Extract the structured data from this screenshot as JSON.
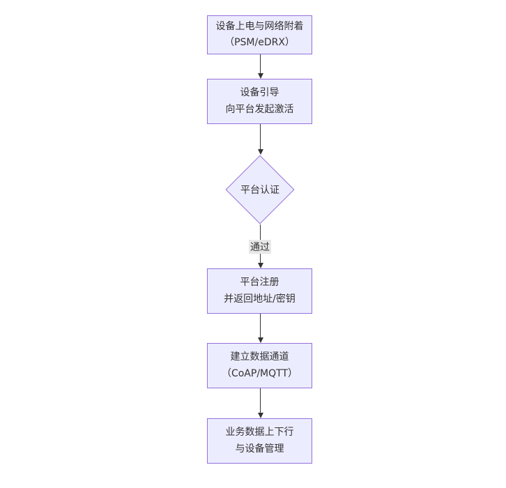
{
  "diagram": {
    "type": "flowchart",
    "direction": "top-down",
    "colors": {
      "background": "#ffffff",
      "node_fill": "#ECECFF",
      "node_border": "#9370DB",
      "text": "#333333",
      "arrow": "#333333",
      "edge_label_bg": "#e8e8e8"
    },
    "nodes": [
      {
        "id": "power-attach",
        "type": "rect",
        "lines": [
          "设备上电与网络附着",
          "（PSM/eDRX）"
        ]
      },
      {
        "id": "bootstrap",
        "type": "rect",
        "lines": [
          "设备引导",
          "向平台发起激活"
        ]
      },
      {
        "id": "auth",
        "type": "diamond",
        "lines": [
          "平台认证"
        ]
      },
      {
        "id": "register",
        "type": "rect",
        "lines": [
          "平台注册",
          "并返回地址/密钥"
        ]
      },
      {
        "id": "data-channel",
        "type": "rect",
        "lines": [
          "建立数据通道",
          "（CoAP/MQTT）"
        ]
      },
      {
        "id": "business",
        "type": "rect",
        "lines": [
          "业务数据上下行",
          "与设备管理"
        ]
      }
    ],
    "edges": [
      {
        "from": "power-attach",
        "to": "bootstrap",
        "label": ""
      },
      {
        "from": "bootstrap",
        "to": "auth",
        "label": ""
      },
      {
        "from": "auth",
        "to": "register",
        "label": "通过"
      },
      {
        "from": "register",
        "to": "data-channel",
        "label": ""
      },
      {
        "from": "data-channel",
        "to": "business",
        "label": ""
      }
    ]
  }
}
